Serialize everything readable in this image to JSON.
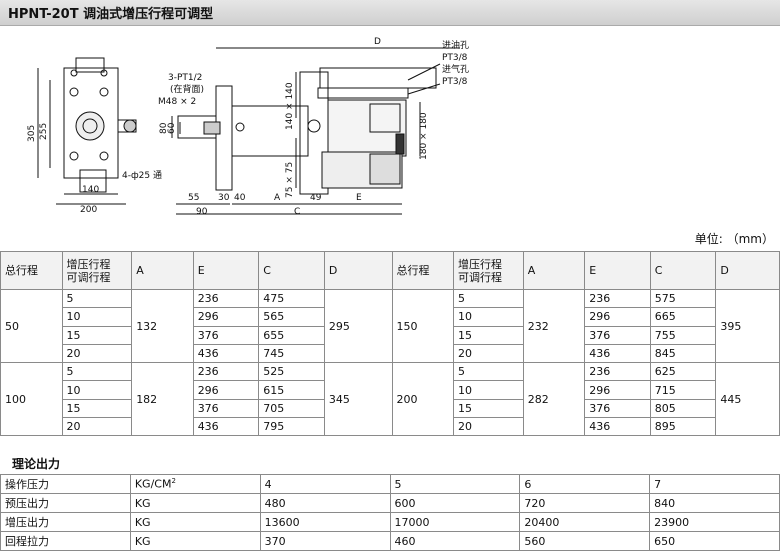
{
  "title": "HPNT-20T 调油式增压行程可调型",
  "drawing": {
    "labels": {
      "d": "D",
      "oil_inlet": "进油孔",
      "pt1": "PT3/8",
      "air_inlet": "进气孔",
      "pt2": "PT3/8",
      "port": "3-PT1/2",
      "back": "(在背面)",
      "screw": "M48 × 2",
      "h305": "305",
      "h255": "255",
      "w140": "140",
      "w200": "200",
      "hole": "4-ф25 通",
      "d80": "80",
      "d60": "60",
      "sq140": "140 × 140",
      "sq75": "75 × 75",
      "sq180": "180 × 180",
      "l55": "55",
      "l30": "30",
      "l40": "40",
      "la": "A",
      "l49": "49",
      "le": "E",
      "l90": "90",
      "lc": "C"
    }
  },
  "unit_label": "单位: （mm）",
  "spec_table": {
    "headers": [
      "总行程",
      "增压行程\n可调行程",
      "A",
      "E",
      "C",
      "D",
      "总行程",
      "增压行程\n可调行程",
      "A",
      "E",
      "C",
      "D"
    ],
    "groups": [
      {
        "left": {
          "total": "50",
          "a": "132",
          "d": "295",
          "rows": [
            [
              "5",
              "236",
              "475"
            ],
            [
              "10",
              "296",
              "565"
            ],
            [
              "15",
              "376",
              "655"
            ],
            [
              "20",
              "436",
              "745"
            ]
          ]
        },
        "right": {
          "total": "150",
          "a": "232",
          "d": "395",
          "rows": [
            [
              "5",
              "236",
              "575"
            ],
            [
              "10",
              "296",
              "665"
            ],
            [
              "15",
              "376",
              "755"
            ],
            [
              "20",
              "436",
              "845"
            ]
          ]
        }
      },
      {
        "left": {
          "total": "100",
          "a": "182",
          "d": "345",
          "rows": [
            [
              "5",
              "236",
              "525"
            ],
            [
              "10",
              "296",
              "615"
            ],
            [
              "15",
              "376",
              "705"
            ],
            [
              "20",
              "436",
              "795"
            ]
          ]
        },
        "right": {
          "total": "200",
          "a": "282",
          "d": "445",
          "rows": [
            [
              "5",
              "236",
              "625"
            ],
            [
              "10",
              "296",
              "715"
            ],
            [
              "15",
              "376",
              "805"
            ],
            [
              "20",
              "436",
              "895"
            ]
          ]
        }
      }
    ]
  },
  "force_title": "理论出力",
  "force_table": {
    "rows": [
      {
        "label": "操作压力",
        "unit": "KG/CM",
        "sup": "2",
        "values": [
          "4",
          "5",
          "6",
          "7"
        ]
      },
      {
        "label": "预压出力",
        "unit": "KG",
        "sup": "",
        "values": [
          "480",
          "600",
          "720",
          "840"
        ]
      },
      {
        "label": "增压出力",
        "unit": "KG",
        "sup": "",
        "values": [
          "13600",
          "17000",
          "20400",
          "23900"
        ]
      },
      {
        "label": "回程拉力",
        "unit": "KG",
        "sup": "",
        "values": [
          "370",
          "460",
          "560",
          "650"
        ]
      }
    ]
  }
}
